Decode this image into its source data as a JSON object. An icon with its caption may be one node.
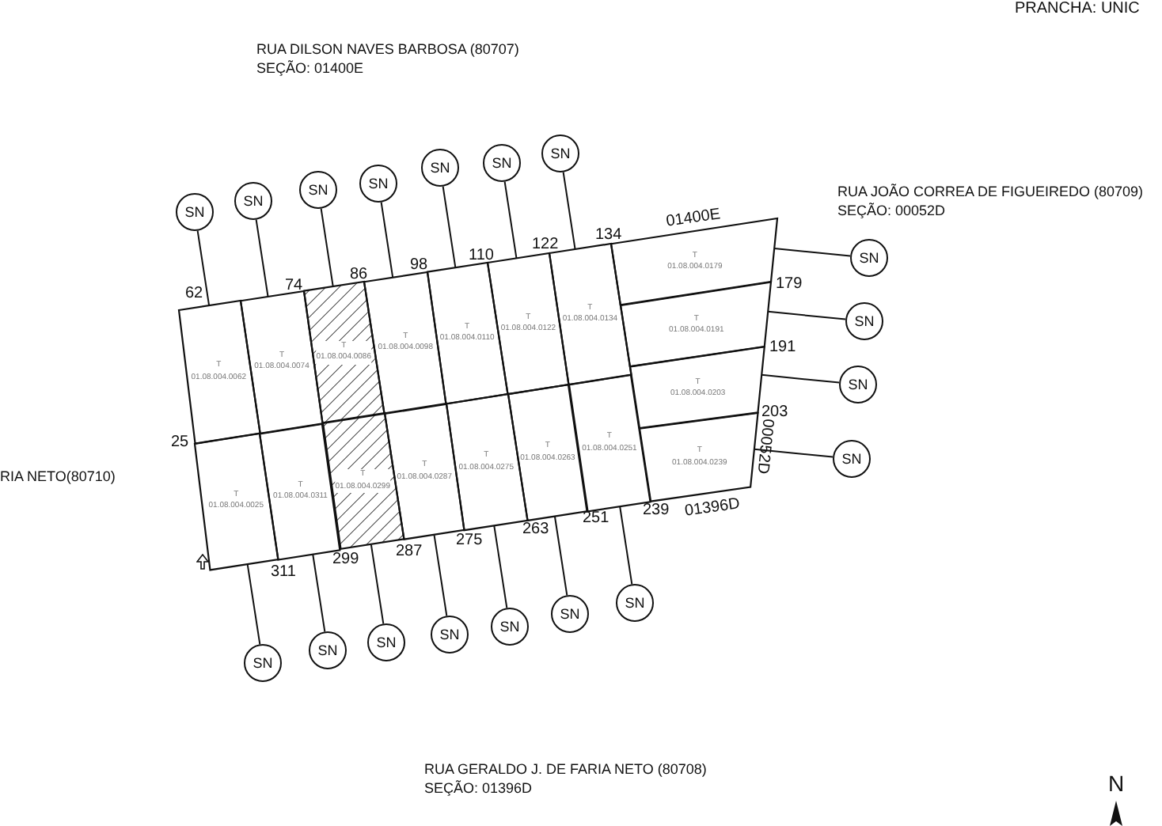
{
  "diagram": {
    "nodes": [
      {
        "text": [
          "T",
          "01.08.004.0062"
        ]
      },
      {
        "text": [
          "T",
          "01.08.004.0074"
        ]
      },
      {
        "text": [
          "T",
          "01.08.004.0086"
        ]
      },
      {
        "text": [
          "T",
          "01.08.004.0098"
        ]
      },
      {
        "text": [
          "T",
          "01.08.004.0110"
        ]
      },
      {
        "text": [
          "T",
          "01.08.004.0122"
        ]
      },
      {
        "text": [
          "T",
          "01.08.004.0134"
        ]
      },
      {
        "text": [
          "T",
          "01.08.004.0179"
        ]
      },
      {
        "text": [
          "T",
          "01.08.004.0191"
        ]
      },
      {
        "text": [
          "T",
          "01.08.004.0203"
        ]
      },
      {
        "text": [
          "T",
          "01.08.004.0239"
        ]
      },
      {
        "text": [
          "T",
          "01.08.004.0025"
        ]
      },
      {
        "text": [
          "T",
          "01.08.004.0311"
        ]
      },
      {
        "text": [
          "T",
          "01.08.004.0299"
        ]
      },
      {
        "text": [
          "T",
          "01.08.004.0287"
        ]
      },
      {
        "text": [
          "T",
          "01.08.004.0275"
        ]
      },
      {
        "text": [
          "T",
          "01.08.004.0263"
        ]
      },
      {
        "text": [
          "T",
          "01.08.004.0251"
        ]
      },
      {
        "text": [
          "SN"
        ]
      },
      {
        "text": [
          "SN"
        ]
      },
      {
        "text": [
          "SN"
        ]
      },
      {
        "text": [
          "SN"
        ]
      },
      {
        "text": [
          "SN"
        ]
      },
      {
        "text": [
          "SN"
        ]
      },
      {
        "text": [
          "SN"
        ]
      },
      {
        "text": [
          "SN"
        ]
      },
      {
        "text": [
          "SN"
        ]
      },
      {
        "text": [
          "SN"
        ]
      },
      {
        "text": [
          "SN"
        ]
      },
      {
        "text": [
          "SN"
        ]
      },
      {
        "text": [
          "SN"
        ]
      },
      {
        "text": [
          "SN"
        ]
      },
      {
        "text": [
          "SN"
        ]
      },
      {
        "text": [
          "SN"
        ]
      },
      {
        "text": [
          "SN"
        ]
      },
      {
        "text": [
          "SN"
        ]
      }
    ],
    "edges": [
      {
        "from": 18,
        "to": 0,
        "arrow": "none"
      },
      {
        "from": 19,
        "to": 1,
        "arrow": "none"
      },
      {
        "from": 20,
        "to": 2,
        "arrow": "none"
      },
      {
        "from": 21,
        "to": 3,
        "arrow": "none"
      },
      {
        "from": 22,
        "to": 4,
        "arrow": "none"
      },
      {
        "from": 23,
        "to": 5,
        "arrow": "none"
      },
      {
        "from": 24,
        "to": 6,
        "arrow": "none"
      },
      {
        "from": 25,
        "to": 7,
        "arrow": "none"
      },
      {
        "from": 26,
        "to": 8,
        "arrow": "none"
      },
      {
        "from": 27,
        "to": 9,
        "arrow": "none"
      },
      {
        "from": 28,
        "to": 10,
        "arrow": "none"
      },
      {
        "from": 29,
        "to": 11,
        "arrow": "none"
      },
      {
        "from": 30,
        "to": 12,
        "arrow": "none"
      },
      {
        "from": 31,
        "to": 13,
        "arrow": "none"
      },
      {
        "from": 32,
        "to": 14,
        "arrow": "none"
      },
      {
        "from": 33,
        "to": 15,
        "arrow": "none"
      },
      {
        "from": 34,
        "to": 16,
        "arrow": "none"
      },
      {
        "from": 35,
        "to": 17,
        "arrow": "none"
      }
    ],
    "labels": [
      "PRANCHA: UNIC",
      "RUA DILSON NAVES BARBOSA (80707)",
      "SEÇÃO: 01400E",
      "RUA JOÃO CORREA DE FIGUEIREDO (80709)",
      "SEÇÃO: 00052D",
      "01400E",
      "62",
      "74",
      "86",
      "98",
      "110",
      "122",
      "134",
      "179",
      "191",
      "203",
      "RIA NETO(80710)",
      "25",
      "00052D",
      "311",
      "299",
      "287",
      "275",
      "263",
      "251",
      "239",
      "01396D",
      "RUA GERALDO J. DE FARIA NETO (80708)",
      "SEÇÃO: 01396D",
      "N"
    ]
  }
}
